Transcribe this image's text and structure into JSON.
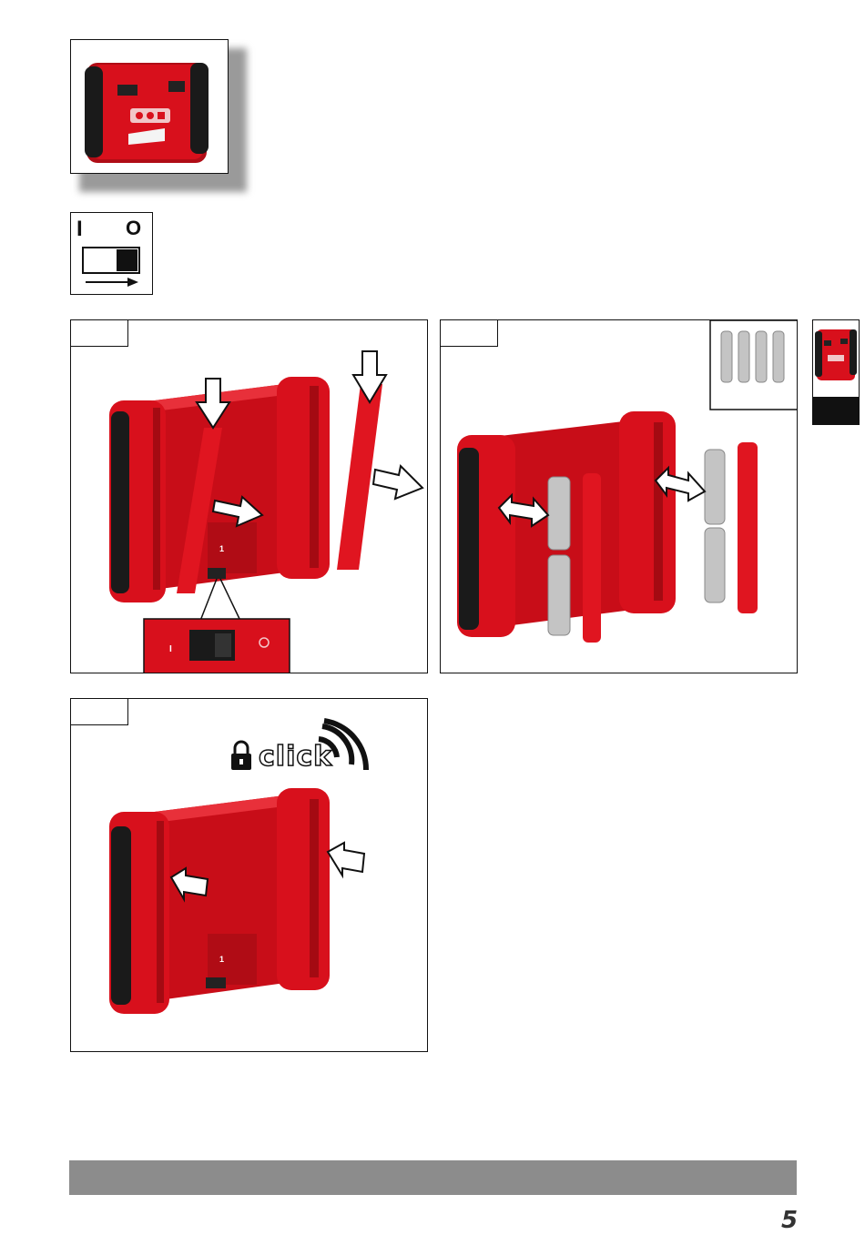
{
  "page": {
    "number": "5"
  },
  "switch_icon": {
    "on_symbol": "I",
    "off_symbol": "O"
  },
  "figure1": {
    "inset_switch_label": "I",
    "slot_label": "1"
  },
  "figure3": {
    "click_text": "click",
    "slot_label": "1"
  },
  "colors": {
    "device_red": "#d8101c",
    "device_dark": "#1a1a1a",
    "footer_bar": "#8c8c8c",
    "battery_gray": "#c4c4c4"
  }
}
